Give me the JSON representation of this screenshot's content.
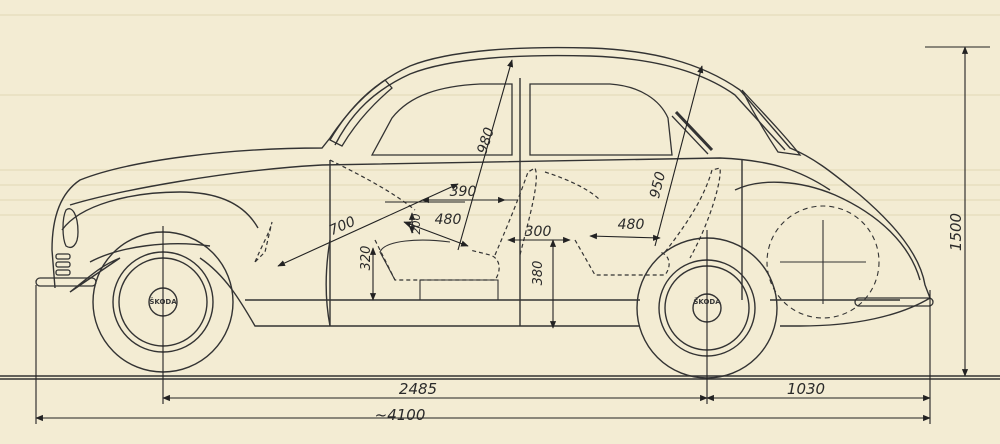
{
  "drawing": {
    "paper_color": "#f3ecd3",
    "ink_color": "#333333",
    "dimensions": {
      "wheelbase": "2485",
      "rear_overhang": "1030",
      "overall_length": "~4100",
      "overall_height": "1500",
      "front_headroom": "980",
      "rear_headroom": "950",
      "front_seat_to_pedal": "700",
      "front_seat_depth": "480",
      "front_backrest_offset": "390",
      "front_seat_cushion": "200",
      "front_seat_height": "320",
      "interseat_gap": "300",
      "rear_seat_depth": "480",
      "rear_seat_height": "380"
    },
    "hubcap_brand": "ŠKODA"
  }
}
